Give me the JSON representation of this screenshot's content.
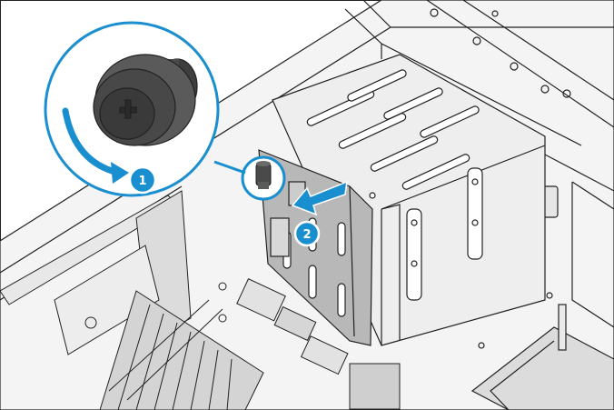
{
  "steps": [
    {
      "number": "1",
      "action": "loosen-thumbscrew"
    },
    {
      "number": "2",
      "action": "slide-backplane-out"
    }
  ],
  "colors": {
    "callout": "#1a8fd0",
    "callout_ring": "#ffffff",
    "line": "#222222",
    "metal_light": "#f2f2f2",
    "metal_mid": "#d9d9d9",
    "metal_dark": "#9a9a9a",
    "board": "#b8b8b8",
    "knob": "#4a4a4a",
    "arrow": "#1a8fd0"
  },
  "icons": {
    "rotate_arrow": "curved-arrow-icon",
    "slide_arrow": "arrow-left-icon",
    "thumbscrew": "thumbscrew-icon"
  }
}
